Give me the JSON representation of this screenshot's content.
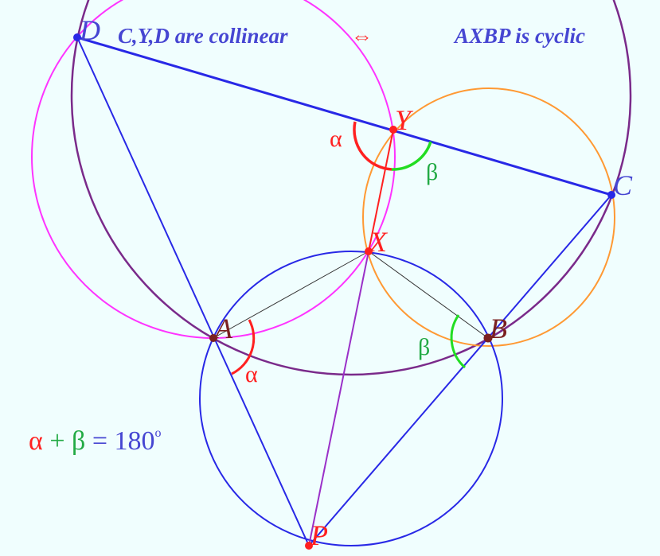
{
  "title": {
    "left": "C,Y,D are collinear",
    "arrow": "⇔",
    "right": "AXBP is cyclic"
  },
  "points": {
    "D": "D",
    "Y": "Y",
    "C": "C",
    "X": "X",
    "A": "A",
    "B": "B",
    "P": "P"
  },
  "angles": {
    "alpha": "α",
    "beta": "β"
  },
  "equation": {
    "alpha": "α",
    "plus": "+",
    "beta": "β",
    "rest": "= 180",
    "degree": "o"
  },
  "colors": {
    "blue": "#2828e6",
    "magenta": "#ff33ff",
    "purple": "#7a2a8a",
    "orange": "#ff9933",
    "red": "#ff2020",
    "green": "#22dd22",
    "brown": "#7a2020"
  }
}
